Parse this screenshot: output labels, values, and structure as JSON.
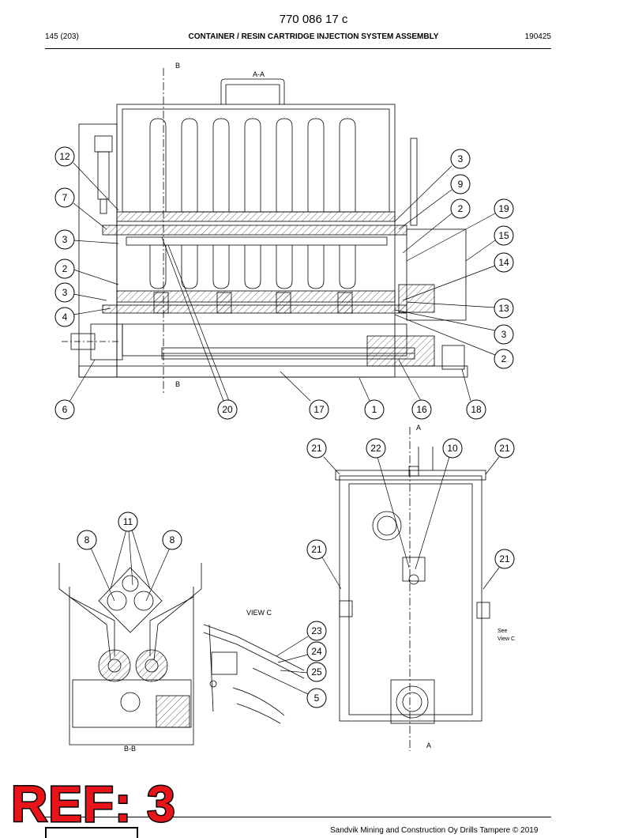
{
  "document": {
    "number": "770 086 17 c",
    "page": "145 (203)",
    "title": "CONTAINER / RESIN CARTRIDGE INJECTION SYSTEM ASSEMBLY",
    "code": "190425",
    "footer": "Sandvik Mining and Construction Oy Drills Tampere © 2019",
    "ref_stamp": "REF: 3"
  },
  "views": {
    "section_aa": "A-A",
    "section_bb": "B-B",
    "view_c": "VIEW C",
    "see_view_c": "See\nView C",
    "cut_b": "B",
    "cut_a": "A"
  },
  "callouts": [
    "12",
    "3",
    "9",
    "7",
    "2",
    "19",
    "15",
    "3",
    "2",
    "14",
    "3",
    "4",
    "13",
    "3",
    "2",
    "6",
    "20",
    "17",
    "1",
    "16",
    "18",
    "21",
    "22",
    "10",
    "21",
    "11",
    "8",
    "8",
    "21",
    "21",
    "23",
    "24",
    "25",
    "5"
  ],
  "colors": {
    "line": "#000000",
    "stamp": "#e8141a"
  }
}
